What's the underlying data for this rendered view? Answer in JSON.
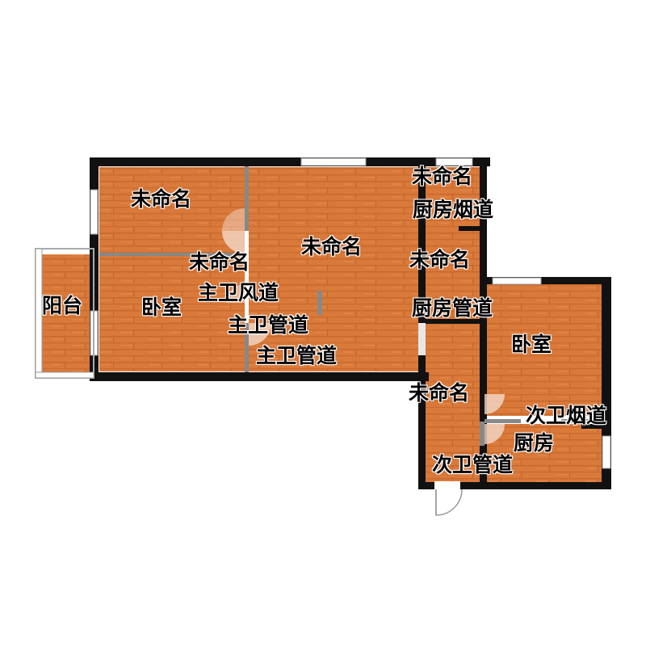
{
  "labels": {
    "unnamed_top_left": "未命名",
    "unnamed_center": "未命名",
    "unnamed_corridor": "未命名",
    "unnamed_right_top": "未命名",
    "unnamed_right_mid": "未命名",
    "unnamed_right_low": "未命名",
    "balcony": "阳台",
    "bedroom_left": "卧室",
    "bedroom_right": "卧室",
    "master_bath_vent": "主卫风道",
    "master_bath_pipe_1": "主卫管道",
    "master_bath_pipe_2": "主卫管道",
    "kitchen_flue": "厨房烟道",
    "kitchen_pipe": "厨房管道",
    "secondary_bath_flue": "次卫烟道",
    "kitchen": "厨房",
    "secondary_bath_pipe": "次卫管道"
  },
  "colors": {
    "floor": "#d9793a",
    "floor_stripe": "#c86a2d",
    "wall": "#111111",
    "window": "#ffffff",
    "door_swing": "#f3d9c8"
  }
}
